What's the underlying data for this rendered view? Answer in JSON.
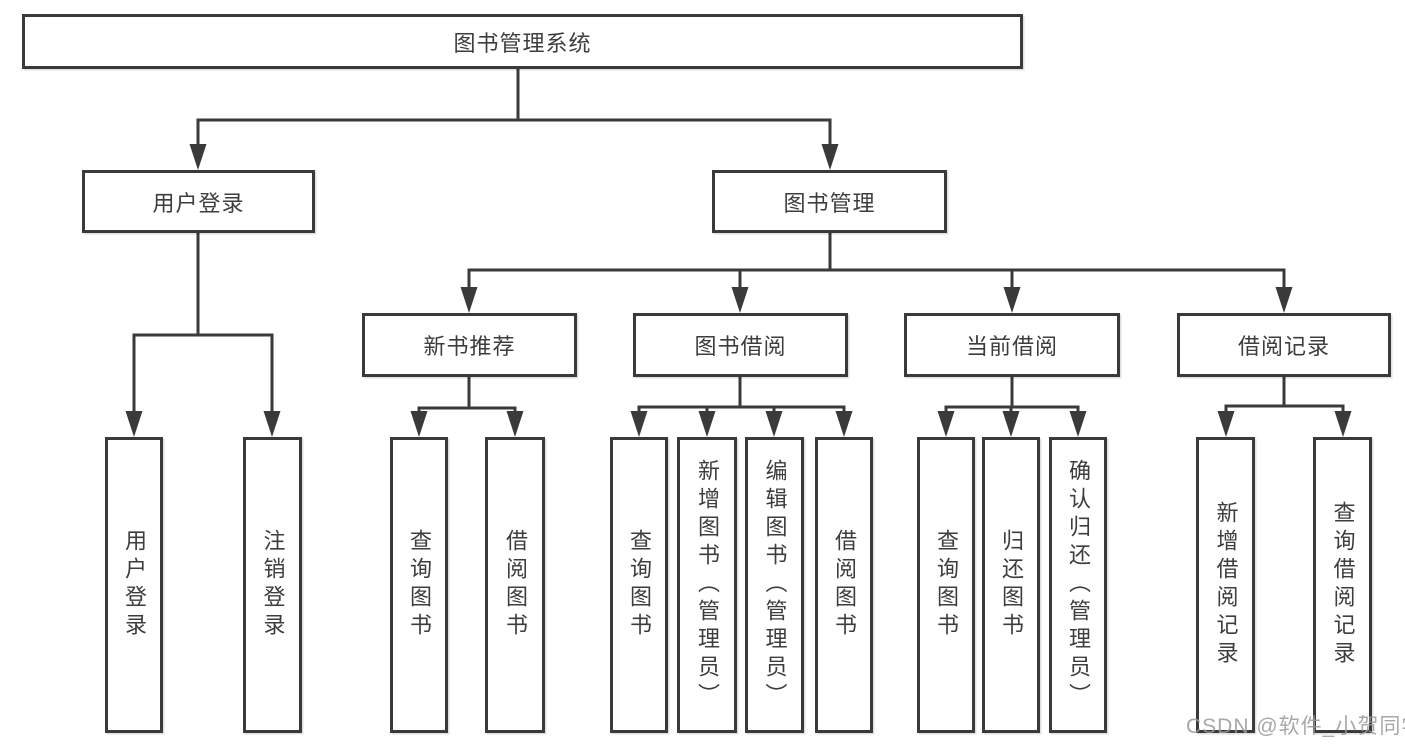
{
  "page": {
    "background": "#ffffff"
  },
  "colors": {
    "line": "#3a3a3a",
    "text": "#3d3d3d",
    "watermark": "#9a9a9a"
  },
  "tree": {
    "root": {
      "label": "图书管理系统"
    },
    "level2": [
      {
        "label": "用户登录",
        "leaves": [
          {
            "label": "用户登录"
          },
          {
            "label": "注销登录"
          }
        ]
      },
      {
        "label": "图书管理",
        "groups": [
          {
            "label": "新书推荐",
            "leaves": [
              {
                "label": "查询图书"
              },
              {
                "label": "借阅图书"
              }
            ]
          },
          {
            "label": "图书借阅",
            "leaves": [
              {
                "label": "查询图书"
              },
              {
                "label": "新增图书（管理员）"
              },
              {
                "label": "编辑图书（管理员）"
              },
              {
                "label": "借阅图书"
              }
            ]
          },
          {
            "label": "当前借阅",
            "leaves": [
              {
                "label": "查询图书"
              },
              {
                "label": "归还图书"
              },
              {
                "label": "确认归还（管理员）"
              }
            ]
          },
          {
            "label": "借阅记录",
            "leaves": [
              {
                "label": "新增借阅记录"
              },
              {
                "label": "查询借阅记录"
              }
            ]
          }
        ]
      }
    ]
  },
  "watermark": {
    "text": "CSDN @软件_小贺同学"
  }
}
